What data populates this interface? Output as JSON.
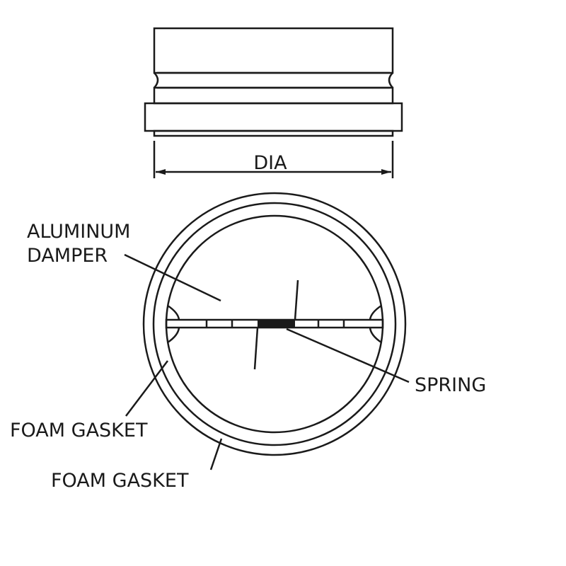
{
  "dimension_label": "DIA",
  "labels": {
    "damper_line1": "ALUMINUM",
    "damper_line2": "DAMPER",
    "spring": "SPRING",
    "inner_gasket": "FOAM GASKET",
    "outer_gasket": "FOAM GASKET"
  },
  "colors": {
    "line": "#1a1a1a",
    "spring_fill": "#1a1a1a",
    "background": "#ffffff"
  }
}
